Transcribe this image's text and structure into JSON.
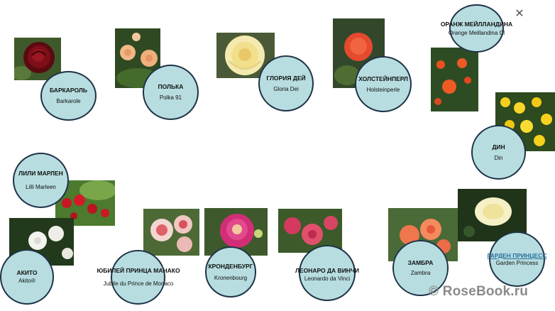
{
  "close_glyph": "✕",
  "watermark": "© RoseBook.ru",
  "roses": [
    {
      "ru": "БАРКАРОЛЬ",
      "en": "Barkarole"
    },
    {
      "ru": "ПОЛЬКА",
      "en": "Polka 91"
    },
    {
      "ru": "ГЛОРИЯ ДЕЙ",
      "en": "Gloria Dei"
    },
    {
      "ru": "ХОЛСТЕЙНПЕРЛ",
      "en": "Holsteinperle"
    },
    {
      "ru": "ОРАНЖ МЕЙЛЛАНДИНА",
      "en": "Orange Meillandina Cl"
    },
    {
      "ru": "ДИН",
      "en": "Din"
    },
    {
      "ru": "ЛИЛИ МАРЛЕН",
      "en": "Lilli Marleen"
    },
    {
      "ru": "АКИТО",
      "en": "Akito®"
    },
    {
      "ru": "ЮБИЛЕЙ ПРИНЦА МАНАКО",
      "en": "Jubile du Prince de Monaco"
    },
    {
      "ru": "КРОНДЕНБУРГ",
      "en": "Kronenbourg"
    },
    {
      "ru": "ЛЕОНАРО ДА ВИНЧИ",
      "en": "Leonardo da Vinci"
    },
    {
      "ru": "ЗАМБРА",
      "en": "Zambra"
    },
    {
      "ru": "ГАРДЕН ПРИНЦЕСС",
      "en": "Garden Princess"
    }
  ],
  "colors": {
    "bubble_fill": "#b7dde0",
    "bubble_border": "#1f3348",
    "link_text": "#2a6f9c",
    "watermark": "#8a8a8a"
  }
}
